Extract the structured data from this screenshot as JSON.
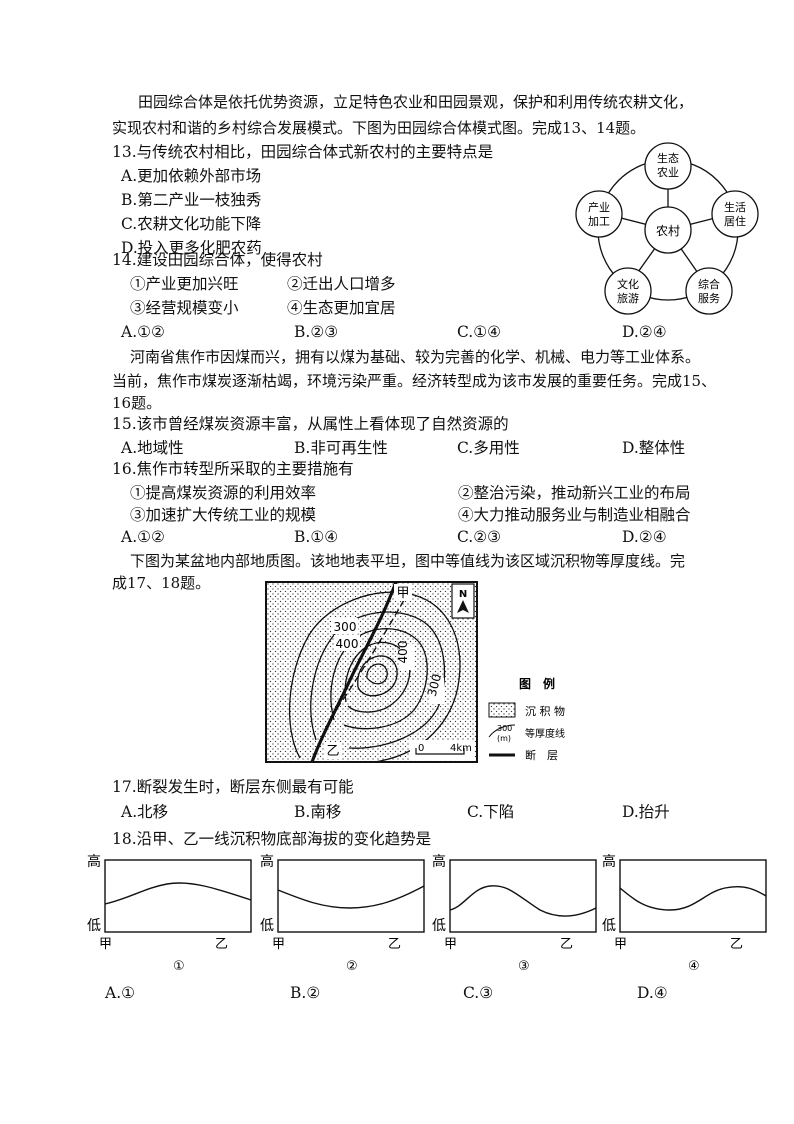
{
  "intro1": {
    "line1": "田园综合体是依托优势资源，立足特色农业和田园景观，保护和利用传统农耕文化，",
    "line2": "实现农村和谐的乡村综合发展模式。下图为田园综合体模式图。完成13、14题。"
  },
  "q13": {
    "stem": "13.与传统农村相比，田园综合体式新农村的主要特点是",
    "options": [
      "A.更加依赖外部市场",
      "B.第二产业一枝独秀",
      "C.农耕文化功能下降",
      "D.投入更多化肥农药"
    ]
  },
  "diagram": {
    "center": "农村",
    "nodes": [
      "生态农业",
      "生活居住",
      "综合服务",
      "文化旅游",
      "产业加工"
    ],
    "node_lines": [
      [
        "生态",
        "农业"
      ],
      [
        "生活",
        "居住"
      ],
      [
        "综合",
        "服务"
      ],
      [
        "文化",
        "旅游"
      ],
      [
        "产业",
        "加工"
      ]
    ]
  },
  "q14": {
    "stem": "14.建设田园综合体，使得农村",
    "items": [
      "①产业更加兴旺",
      "②迁出人口增多",
      "③经营规模变小",
      "④生态更加宜居"
    ],
    "options": [
      "A.①②",
      "B.②③",
      "C.①④",
      "D.②④"
    ]
  },
  "intro2": {
    "line1": "河南省焦作市因煤而兴，拥有以煤为基础、较为完善的化学、机械、电力等工业体系。",
    "line2": "当前，焦作市煤炭逐渐枯竭，环境污染严重。经济转型成为该市发展的重要任务。完成15、",
    "line3": "16题。"
  },
  "q15": {
    "stem": "15.该市曾经煤炭资源丰富，从属性上看体现了自然资源的",
    "options": [
      "A.地域性",
      "B.非可再生性",
      "C.多用性",
      "D.整体性"
    ]
  },
  "q16": {
    "stem": "16.焦作市转型所采取的主要措施有",
    "items": [
      "①提高煤炭资源的利用效率",
      "②整治污染，推动新兴工业的布局",
      "③加速扩大传统工业的规模",
      "④大力推动服务业与制造业相融合"
    ],
    "options": [
      "A.①②",
      "B.①④",
      "C.②③",
      "D.②④"
    ]
  },
  "intro3": {
    "line1": "下图为某盆地内部地质图。该地地表平坦，图中等值线为该区域沉积物等厚度线。完",
    "line2": "成17、18题。"
  },
  "map": {
    "label_jia": "甲",
    "label_yi": "乙",
    "north": "N",
    "contours": [
      "300",
      "400",
      "400",
      "300"
    ],
    "scale_left": "0",
    "scale_right": "4km",
    "legend_title": "图　例",
    "legend_sediment": "沉 积 物",
    "legend_contour_value": "300",
    "legend_contour_unit": "(m)",
    "legend_contour": "等厚度线",
    "legend_fault": "断　层"
  },
  "q17": {
    "stem": "17.断裂发生时，断层东侧最有可能",
    "options": [
      "A.北移",
      "B.南移",
      "C.下陷",
      "D.抬升"
    ]
  },
  "q18": {
    "stem": "18.沿甲、乙一线沉积物底部海拔的变化趋势是",
    "high": "高",
    "low": "低",
    "start": "甲",
    "end": "乙",
    "profiles": [
      "①",
      "②",
      "③",
      "④"
    ],
    "options": [
      "A.①",
      "B.②",
      "C.③",
      "D.④"
    ]
  },
  "chart_data": [
    {
      "type": "line",
      "title": "①",
      "xlabel": "",
      "ylabel": "",
      "categories": [
        "甲",
        "乙"
      ],
      "shape": "hump",
      "description_only": "curve"
    },
    {
      "type": "line",
      "title": "②",
      "xlabel": "",
      "ylabel": "",
      "categories": [
        "甲",
        "乙"
      ],
      "shape": "trough"
    },
    {
      "type": "line",
      "title": "③",
      "xlabel": "",
      "ylabel": "",
      "categories": [
        "甲",
        "乙"
      ],
      "shape": "hump-left"
    },
    {
      "type": "line",
      "title": "④",
      "xlabel": "",
      "ylabel": "",
      "categories": [
        "甲",
        "乙"
      ],
      "shape": "trough-left"
    }
  ]
}
